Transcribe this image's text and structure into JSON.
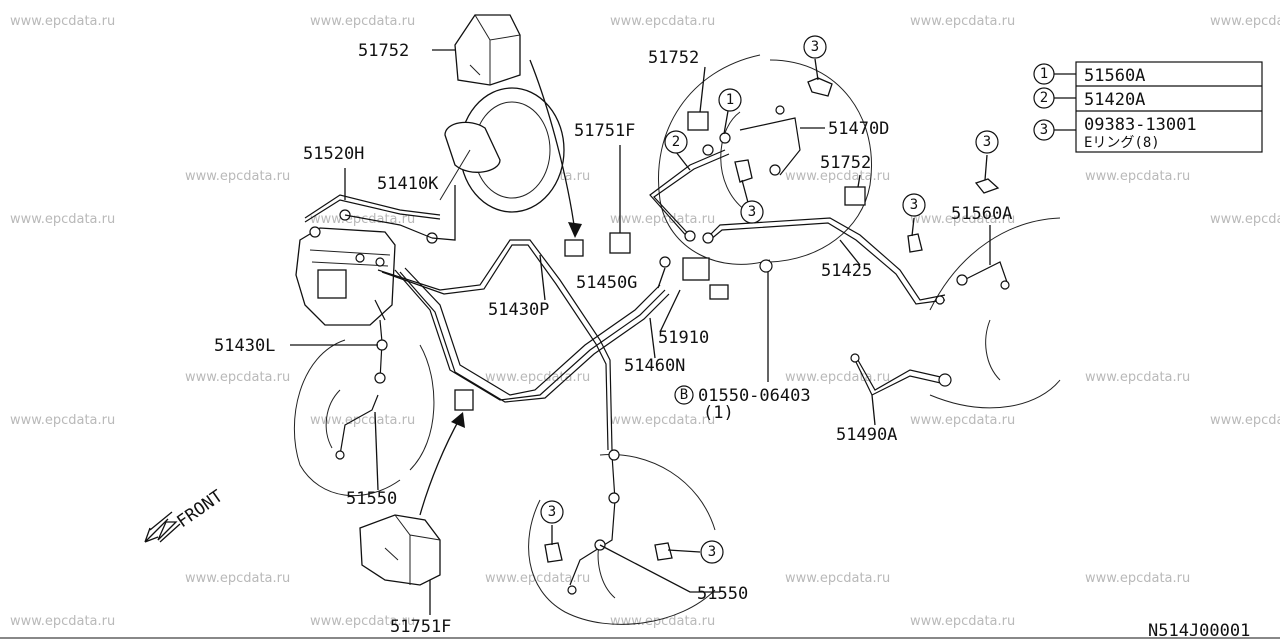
{
  "watermark": "www.epcdata.ru",
  "diagram_code": "N514J00001",
  "front_label": "FRONT",
  "part_labels": {
    "p51752_top": "51752",
    "p51752_mid": "51752",
    "p51752_right": "51752",
    "p51751F_top": "51751F",
    "p51751F_bottom": "51751F",
    "p51520H": "51520H",
    "p51410K": "51410K",
    "p51430P": "51430P",
    "p51450G": "51450G",
    "p51470D": "51470D",
    "p51560A": "51560A",
    "p51425": "51425",
    "p51910": "51910",
    "p51460N": "51460N",
    "p51430L": "51430L",
    "p51550_left": "51550",
    "p51550_bottom": "51550",
    "p51490A": "51490A",
    "bolt_part": "01550-06403",
    "bolt_qty": "(1)"
  },
  "bolt_marker": "B",
  "callout_markers": [
    "1",
    "2",
    "3"
  ],
  "legend": {
    "rows": [
      {
        "num": "1",
        "part": "51560A",
        "note": ""
      },
      {
        "num": "2",
        "part": "51420A",
        "note": ""
      },
      {
        "num": "3",
        "part": "09383-13001",
        "note": "Eリング(8)"
      }
    ]
  }
}
